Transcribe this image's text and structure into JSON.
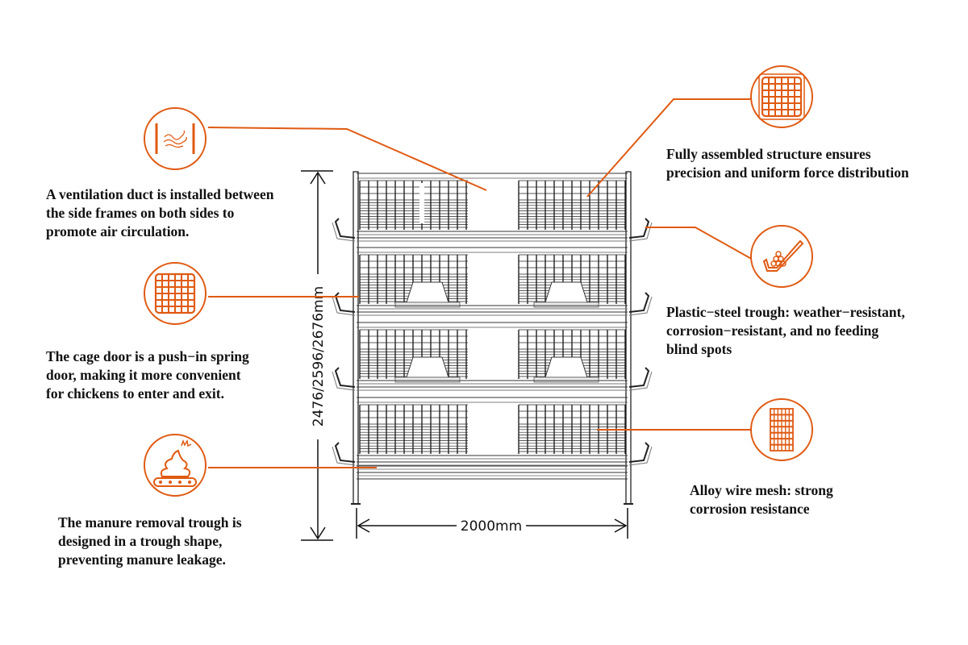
{
  "accent_color": "#e05a12",
  "frame": {
    "height_dimension": "2476/2596/2676mm",
    "width_dimension": "2000mm",
    "tiers": 4
  },
  "callouts": [
    {
      "id": "ventilation",
      "icon": "ventilation-duct-icon",
      "side": "left",
      "lines": [
        "A ventilation duct is installed between",
        "the side frames on both sides to",
        "promote air circulation."
      ]
    },
    {
      "id": "cage-door",
      "icon": "cage-door-grid-icon",
      "side": "left",
      "lines": [
        "The cage door is a push−in spring",
        "door, making it more convenient",
        "for chickens to enter and exit."
      ]
    },
    {
      "id": "manure",
      "icon": "manure-conveyor-icon",
      "side": "left",
      "lines": [
        "The manure removal trough is",
        "designed in a trough shape,",
        "preventing manure leakage."
      ]
    },
    {
      "id": "structure",
      "icon": "assembled-structure-icon",
      "side": "right",
      "lines": [
        "Fully assembled structure ensures",
        "precision and uniform force distribution"
      ]
    },
    {
      "id": "trough",
      "icon": "feeding-trough-icon",
      "side": "right",
      "lines": [
        "Plastic−steel trough: weather−resistant,",
        "corrosion−resistant, and no feeding",
        "blind spots"
      ]
    },
    {
      "id": "mesh",
      "icon": "wire-mesh-icon",
      "side": "right",
      "lines": [
        "Alloy wire mesh: strong",
        "corrosion resistance"
      ]
    }
  ]
}
